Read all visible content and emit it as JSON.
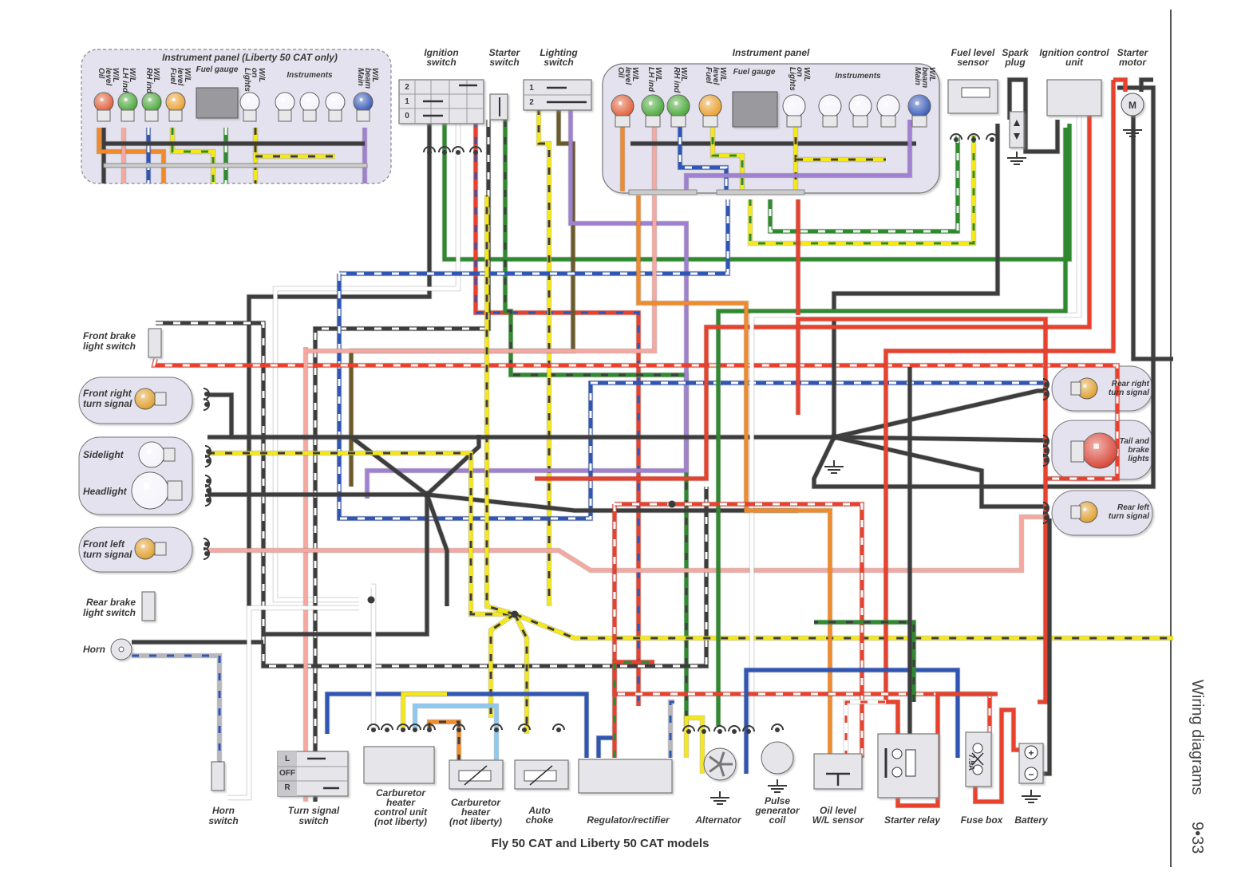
{
  "page": {
    "caption": "Fly 50 CAT and Liberty 50 CAT models",
    "section": "Wiring diagrams",
    "page_number": "9•33"
  },
  "colors": {
    "black": "#3d3d3d",
    "red": "#e8412d",
    "green": "#2f8a2f",
    "yellow": "#f5e81a",
    "blue": "#2f55b5",
    "light_blue": "#8cc8f0",
    "orange": "#f08a2a",
    "pink": "#f5a8a0",
    "purple": "#a080d0",
    "white": "#ffffff",
    "grey": "#b8b8bc",
    "brown": "#6b5a2a",
    "panel_fill": "#e4e2ee",
    "component_fill": "#e6e6ea"
  },
  "instrument_panel_liberty": {
    "title": "Instrument panel (Liberty 50 CAT only)",
    "lamps": [
      {
        "label": [
          "Oil",
          "level",
          "W/L"
        ],
        "color": "#e0603a"
      },
      {
        "label": [
          "LH ind",
          "W/L"
        ],
        "color": "#4aa83a"
      },
      {
        "label": [
          "RH ind",
          "W/L"
        ],
        "color": "#4aa83a"
      },
      {
        "label": [
          "Fuel",
          "level",
          "W/L"
        ],
        "color": "#eaa030"
      },
      {
        "label": [
          "Lights",
          "on",
          "W/L"
        ],
        "color": "#f4f4fb"
      },
      {
        "label": [
          ""
        ],
        "color": "#f4f4fb"
      },
      {
        "label": [
          ""
        ],
        "color": "#f4f4fb"
      },
      {
        "label": [
          ""
        ],
        "color": "#f4f4fb"
      },
      {
        "label": [
          "Main",
          "beam",
          "W/L"
        ],
        "color": "#3a5cb8"
      }
    ],
    "fuel_gauge": "Fuel gauge",
    "instruments_label": "Instruments"
  },
  "instrument_panel": {
    "title": "Instrument panel",
    "lamps": [
      {
        "label": [
          "Oil",
          "level",
          "W/L"
        ],
        "color": "#e0603a"
      },
      {
        "label": [
          "LH ind",
          "W/L"
        ],
        "color": "#4aa83a"
      },
      {
        "label": [
          "RH ind",
          "W/L"
        ],
        "color": "#4aa83a"
      },
      {
        "label": [
          "Fuel",
          "level",
          "W/L"
        ],
        "color": "#eaa030"
      },
      {
        "label": [
          "Lights",
          "on",
          "W/L"
        ],
        "color": "#f4f4fb"
      },
      {
        "label": [
          ""
        ],
        "color": "#f4f4fb"
      },
      {
        "label": [
          ""
        ],
        "color": "#f4f4fb"
      },
      {
        "label": [
          ""
        ],
        "color": "#f4f4fb"
      },
      {
        "label": [
          "Main",
          "beam",
          "W/L"
        ],
        "color": "#3a5cb8"
      }
    ],
    "fuel_gauge": "Fuel gauge",
    "instruments_label": "Instruments"
  },
  "switches": {
    "ignition": {
      "label": [
        "Ignition",
        "switch"
      ],
      "positions": [
        "2",
        "1",
        "0"
      ]
    },
    "starter": {
      "label": [
        "Starter",
        "switch"
      ]
    },
    "lighting": {
      "label": [
        "Lighting",
        "switch"
      ],
      "positions": [
        "1",
        "2"
      ]
    },
    "turn_signal": {
      "label": [
        "Turn signal",
        "switch"
      ],
      "positions": [
        "L",
        "OFF",
        "R"
      ]
    },
    "horn": {
      "label": [
        "Horn",
        "switch"
      ]
    },
    "front_brake": {
      "label": [
        "Front brake",
        "light switch"
      ]
    },
    "rear_brake": {
      "label": [
        "Rear brake",
        "light switch"
      ]
    }
  },
  "top_components": {
    "fuel_level_sensor": [
      "Fuel level",
      "sensor"
    ],
    "spark_plug": [
      "Spark",
      "plug"
    ],
    "ignition_control_unit": [
      "Ignition control",
      "unit"
    ],
    "starter_motor": [
      "Starter",
      "motor"
    ],
    "motor_symbol": "M"
  },
  "front_lights": {
    "front_right_turn": [
      "Front right",
      "turn signal"
    ],
    "sidelight": "Sidelight",
    "headlight": "Headlight",
    "front_left_turn": [
      "Front left",
      "turn signal"
    ],
    "horn": "Horn"
  },
  "rear_lights": {
    "rear_right_turn": [
      "Rear right",
      "turn signal"
    ],
    "tail_brake": [
      "Tail and",
      "brake",
      "lights"
    ],
    "rear_left_turn": [
      "Rear left",
      "turn signal"
    ]
  },
  "bottom_components": {
    "carb_heater_control": [
      "Carburetor",
      "heater",
      "control unit",
      "(not liberty)"
    ],
    "carb_heater": [
      "Carburetor",
      "heater",
      "(not liberty)"
    ],
    "auto_choke": [
      "Auto",
      "choke"
    ],
    "regulator": "Regulator/rectifier",
    "alternator": "Alternator",
    "pulse_coil": [
      "Pulse",
      "generator",
      "coil"
    ],
    "oil_sensor": [
      "Oil level",
      "W/L sensor"
    ],
    "starter_relay": "Starter relay",
    "fuse_box": "Fuse box",
    "fuse_rating": "7.5A",
    "battery": "Battery",
    "battery_plus": "+",
    "battery_minus": "−"
  }
}
